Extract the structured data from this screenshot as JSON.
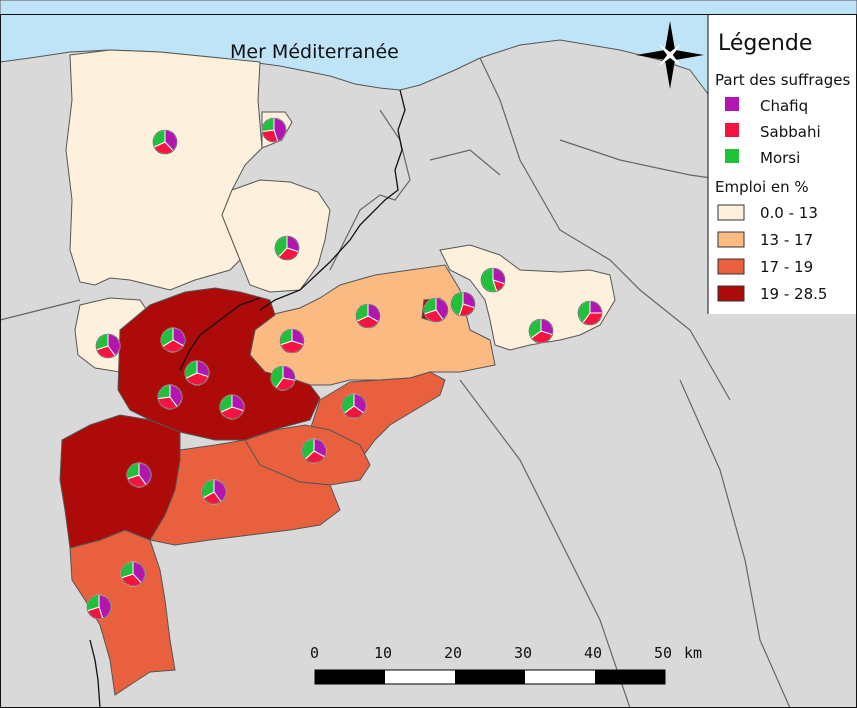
{
  "map": {
    "sea_label": "Mer Méditerranée",
    "colors": {
      "sea": "#bfe4f7",
      "land": "#d9d9d9",
      "class1": "#fdf0dc",
      "class2": "#fbba82",
      "class3": "#e9603f",
      "class4": "#ad0a0a",
      "chafiq": "#b316b0",
      "sabbahi": "#f5133f",
      "morsi": "#21c03a"
    },
    "legend": {
      "title": "Légende",
      "votes_heading": "Part des suffrages",
      "vote_items": [
        {
          "label": "Chafiq",
          "color": "#b316b0"
        },
        {
          "label": "Sabbahi",
          "color": "#f5133f"
        },
        {
          "label": "Morsi",
          "color": "#21c03a"
        }
      ],
      "employment_heading": "Emploi en %",
      "employment_classes": [
        {
          "label": "0.0 - 13",
          "color": "#fdf0dc"
        },
        {
          "label": "13 - 17",
          "color": "#fbba82"
        },
        {
          "label": "17 - 19",
          "color": "#e9603f"
        },
        {
          "label": "19 - 28.5",
          "color": "#ad0a0a"
        }
      ]
    },
    "scale_bar": {
      "ticks": [
        "0",
        "10",
        "20",
        "30",
        "40",
        "50"
      ],
      "unit": "km"
    },
    "compass_icon": "north-arrow-star-icon"
  }
}
